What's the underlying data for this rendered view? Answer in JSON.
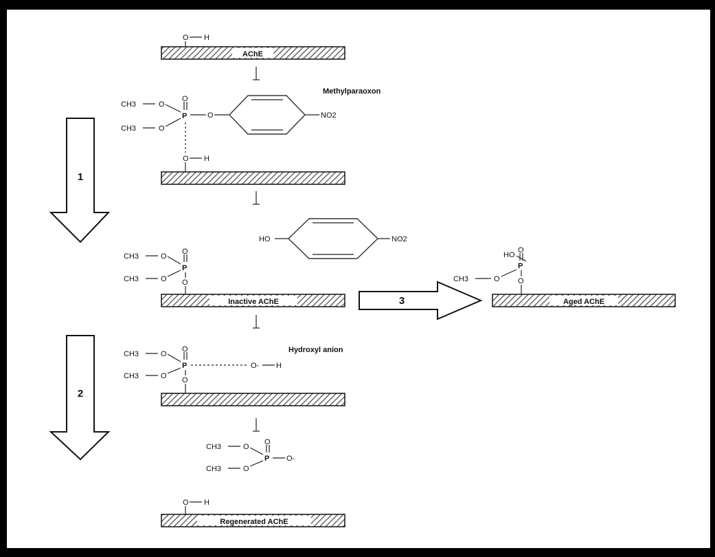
{
  "diagram": {
    "molecules": {
      "methylparaoxon": "Methylparaoxon",
      "hydroxyl_anion": "Hydroxyl anion"
    },
    "enzyme_bars": {
      "ache": "AChE",
      "inactive": "Inactive AChE",
      "aged": "Aged AChE",
      "regenerated": "Regenerated AChE"
    },
    "steps": [
      "1",
      "2",
      "3"
    ],
    "chem": {
      "oh_o": "O",
      "oh_h": "H",
      "ch3": "CH3",
      "o": "O",
      "o_minus": "O-",
      "p": "P",
      "no2": "NO2",
      "ho": "HO"
    },
    "colors": {
      "frame": "#000000",
      "background": "#ffffff",
      "ink": "#222222",
      "hatch": "#444444"
    }
  }
}
